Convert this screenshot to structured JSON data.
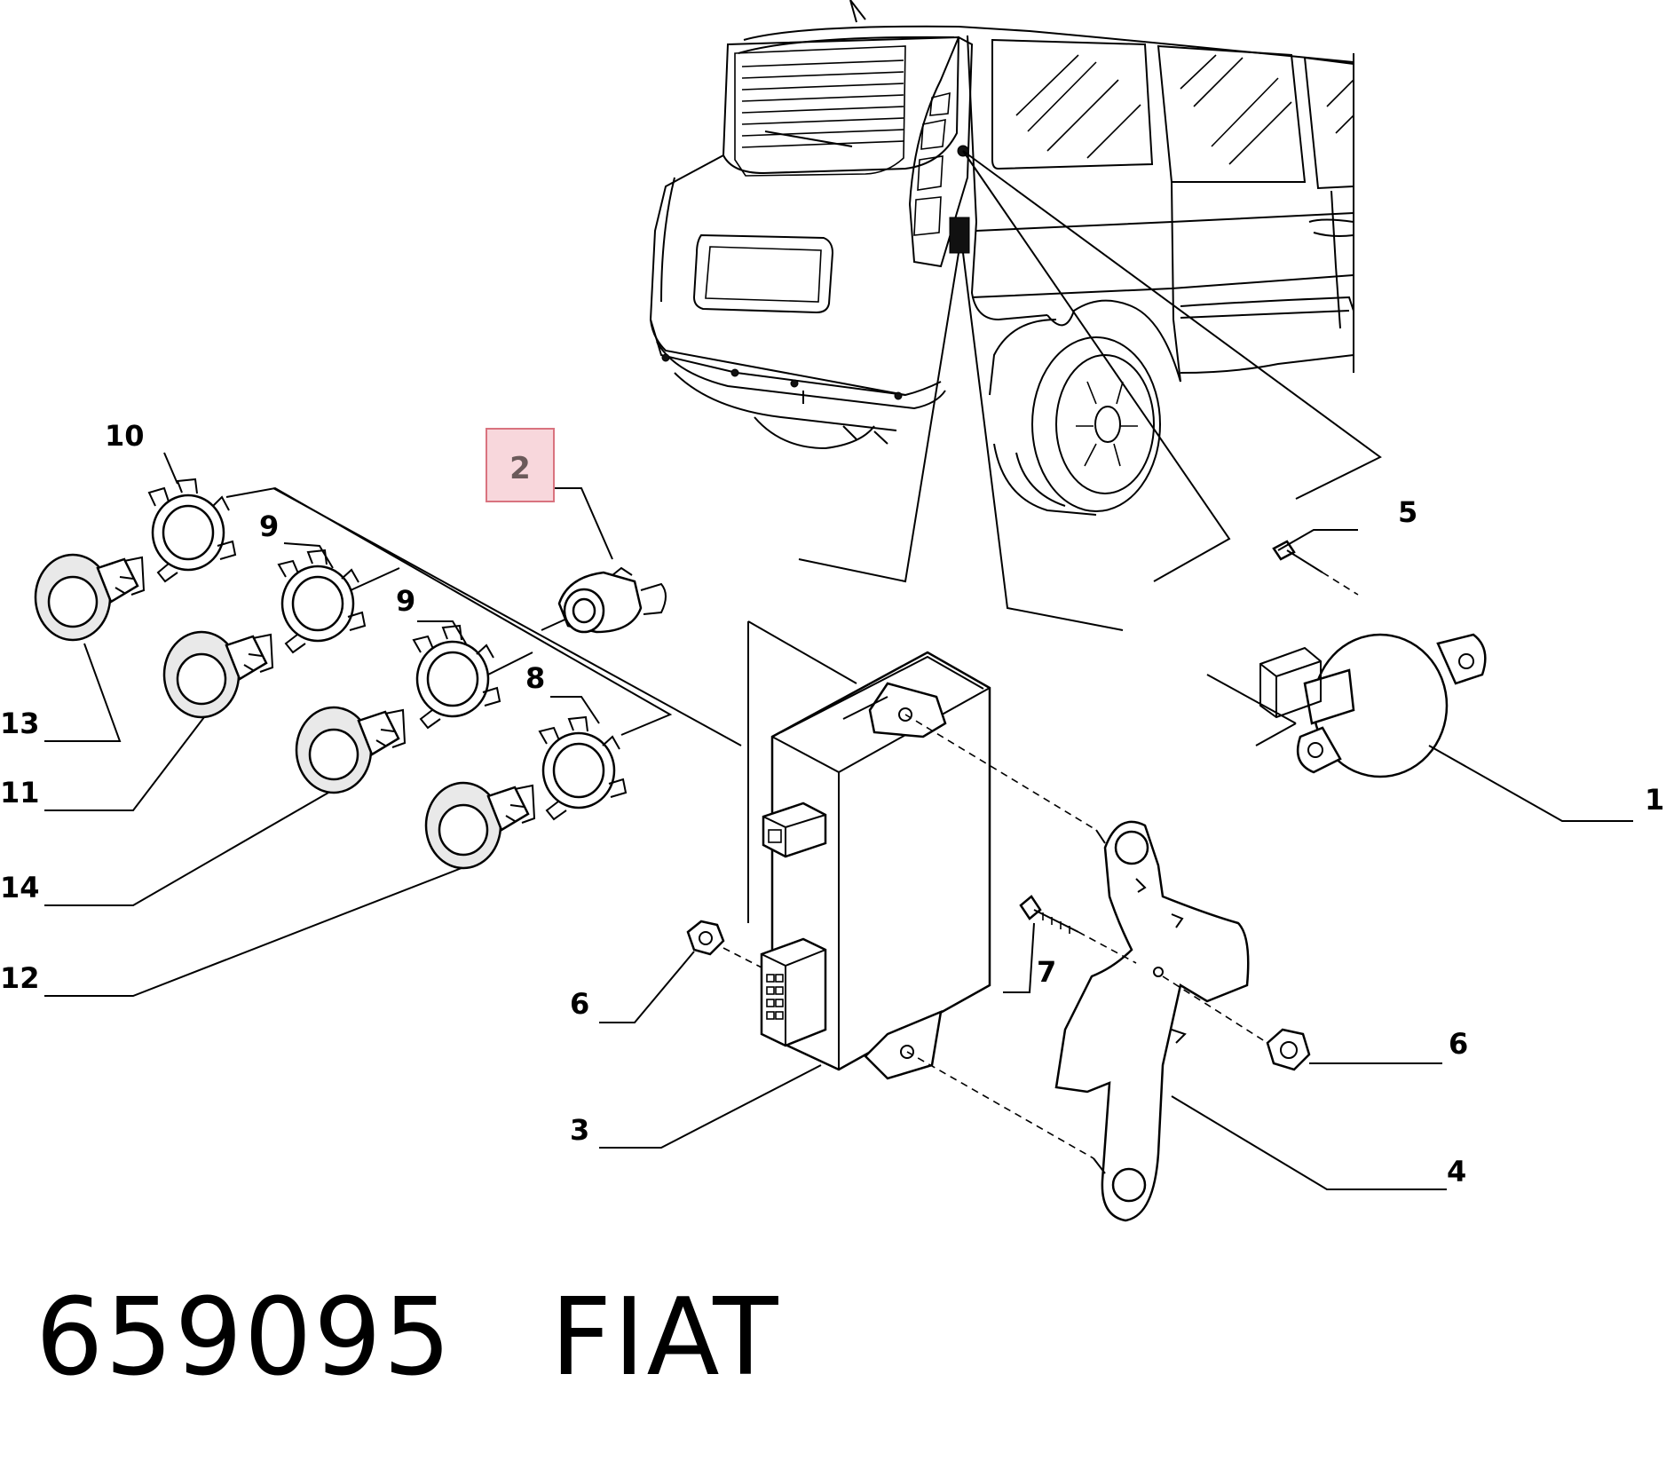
{
  "caption": {
    "part_number": "659095",
    "brand": "FIAT"
  },
  "highlight": {
    "label": "2",
    "color": "#f8d7dc",
    "border": "#d9737f"
  },
  "callouts": [
    {
      "id": "c10",
      "text": "10"
    },
    {
      "id": "c9a",
      "text": "9"
    },
    {
      "id": "c9b",
      "text": "9"
    },
    {
      "id": "c8",
      "text": "8"
    },
    {
      "id": "c13",
      "text": "13"
    },
    {
      "id": "c11",
      "text": "11"
    },
    {
      "id": "c14",
      "text": "14"
    },
    {
      "id": "c12",
      "text": "12"
    },
    {
      "id": "c5",
      "text": "5"
    },
    {
      "id": "c1",
      "text": "1"
    },
    {
      "id": "c7",
      "text": "7"
    },
    {
      "id": "c6a",
      "text": "6"
    },
    {
      "id": "c6b",
      "text": "6"
    },
    {
      "id": "c3",
      "text": "3"
    },
    {
      "id": "c4",
      "text": "4"
    }
  ]
}
